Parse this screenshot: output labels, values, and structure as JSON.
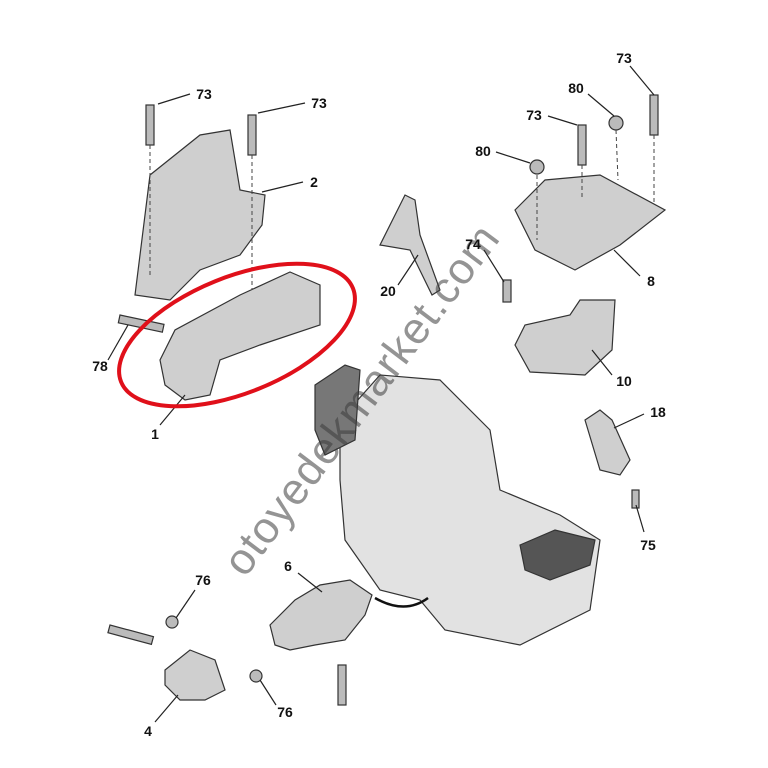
{
  "labels": {
    "l73a": "73",
    "l73b": "73",
    "l2": "2",
    "l78": "78",
    "l1": "1",
    "l20": "20",
    "l73c": "73",
    "l80a": "80",
    "l73d": "73",
    "l80b": "80",
    "l74": "74",
    "l8": "8",
    "l10": "10",
    "l18": "18",
    "l75": "75",
    "l6": "6",
    "l76a": "76",
    "l4": "4",
    "l76b": "76"
  },
  "watermark": "otoyedekmarket.com",
  "colors": {
    "highlight": "#e0101a",
    "part": "#c8c8c8",
    "outline": "#333333"
  }
}
